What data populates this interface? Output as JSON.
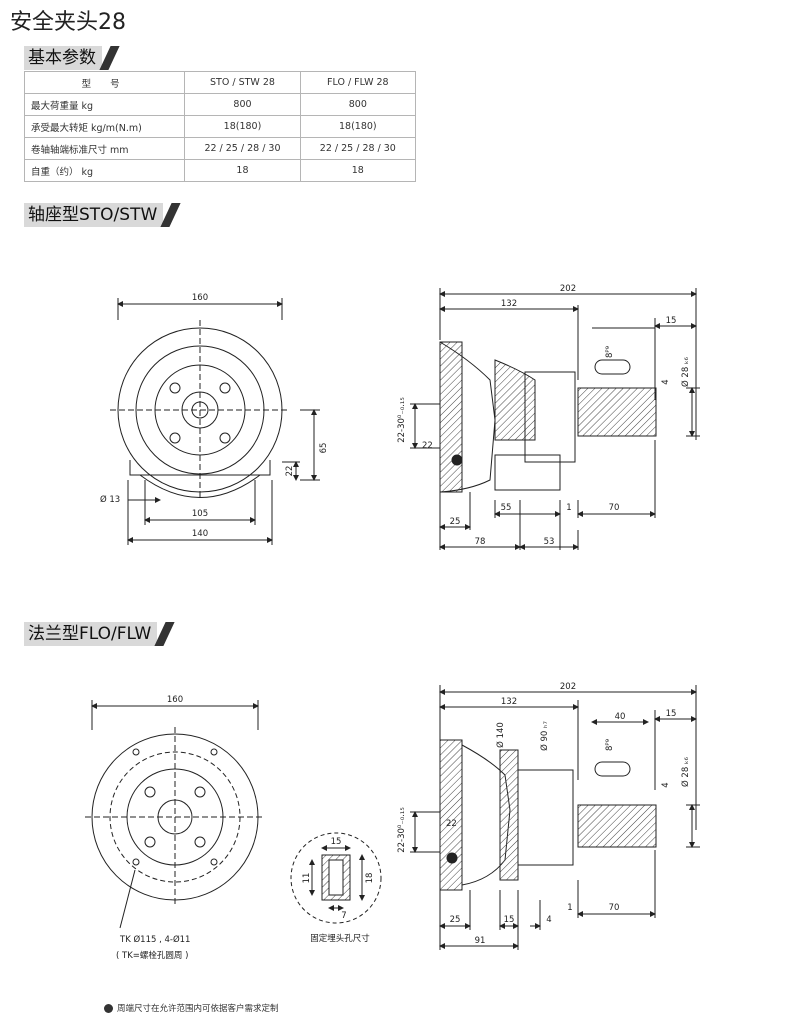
{
  "title": "安全夹头28",
  "sections": {
    "basic_params": "基本参数",
    "bearing_type": "轴座型STO/STW",
    "flange_type": "法兰型FLO/FLW"
  },
  "params_table": {
    "header": [
      "型    号",
      "STO / STW 28",
      "FLO / FLW 28"
    ],
    "rows": [
      [
        "最大荷重量  kg",
        "800",
        "800"
      ],
      [
        "承受最大转矩  kg/m(N.m)",
        "18(180)",
        "18(180)"
      ],
      [
        "卷轴轴端标准尺寸    mm",
        "22 / 25 / 28 / 30",
        "22 / 25 / 28 / 30"
      ],
      [
        "自重（约）  kg",
        "18",
        "18"
      ]
    ]
  },
  "sto_front": {
    "dim_160": "160",
    "dim_65": "65",
    "dim_22": "22",
    "dim_d13": "Ø 13",
    "dim_105": "105",
    "dim_140": "140"
  },
  "sto_side": {
    "dim_202": "202",
    "dim_132": "132",
    "dim_15": "15",
    "dim_8p9": "8ᴾ⁹",
    "dim_d28": "Ø 28 ₖ₆",
    "dim_4": "4",
    "dim_2230": "22-30⁰₋₀.₁₅",
    "dim_22": "22",
    "dim_55": "55",
    "dim_1": "1",
    "dim_70": "70",
    "dim_25": "25",
    "dim_78": "78",
    "dim_53": "53"
  },
  "flo_front": {
    "dim_160": "160",
    "tk": "TK Ø115 , 4-Ø11",
    "tk_note": "( TK=螺栓孔圆周 )"
  },
  "insert": {
    "dim_15": "15",
    "dim_11": "11",
    "dim_18": "18",
    "dim_7": "7",
    "caption": "固定埋头孔尺寸"
  },
  "flo_side": {
    "dim_202": "202",
    "dim_132": "132",
    "dim_40": "40",
    "dim_15": "15",
    "dim_d140": "Ø 140",
    "dim_d90": "Ø 90 ₕ₇",
    "dim_8p9": "8ᴾ⁹",
    "dim_d28": "Ø 28 ₖ₆",
    "dim_4": "4",
    "dim_2230": "22-30⁰₋₀.₁₅",
    "dim_22": "22",
    "dim_25": "25",
    "dim_15b": "15",
    "dim_4b": "4",
    "dim_1": "1",
    "dim_70": "70",
    "dim_91": "91"
  },
  "footnote": "周端尺寸在允许范围内可依据客户需求定制"
}
